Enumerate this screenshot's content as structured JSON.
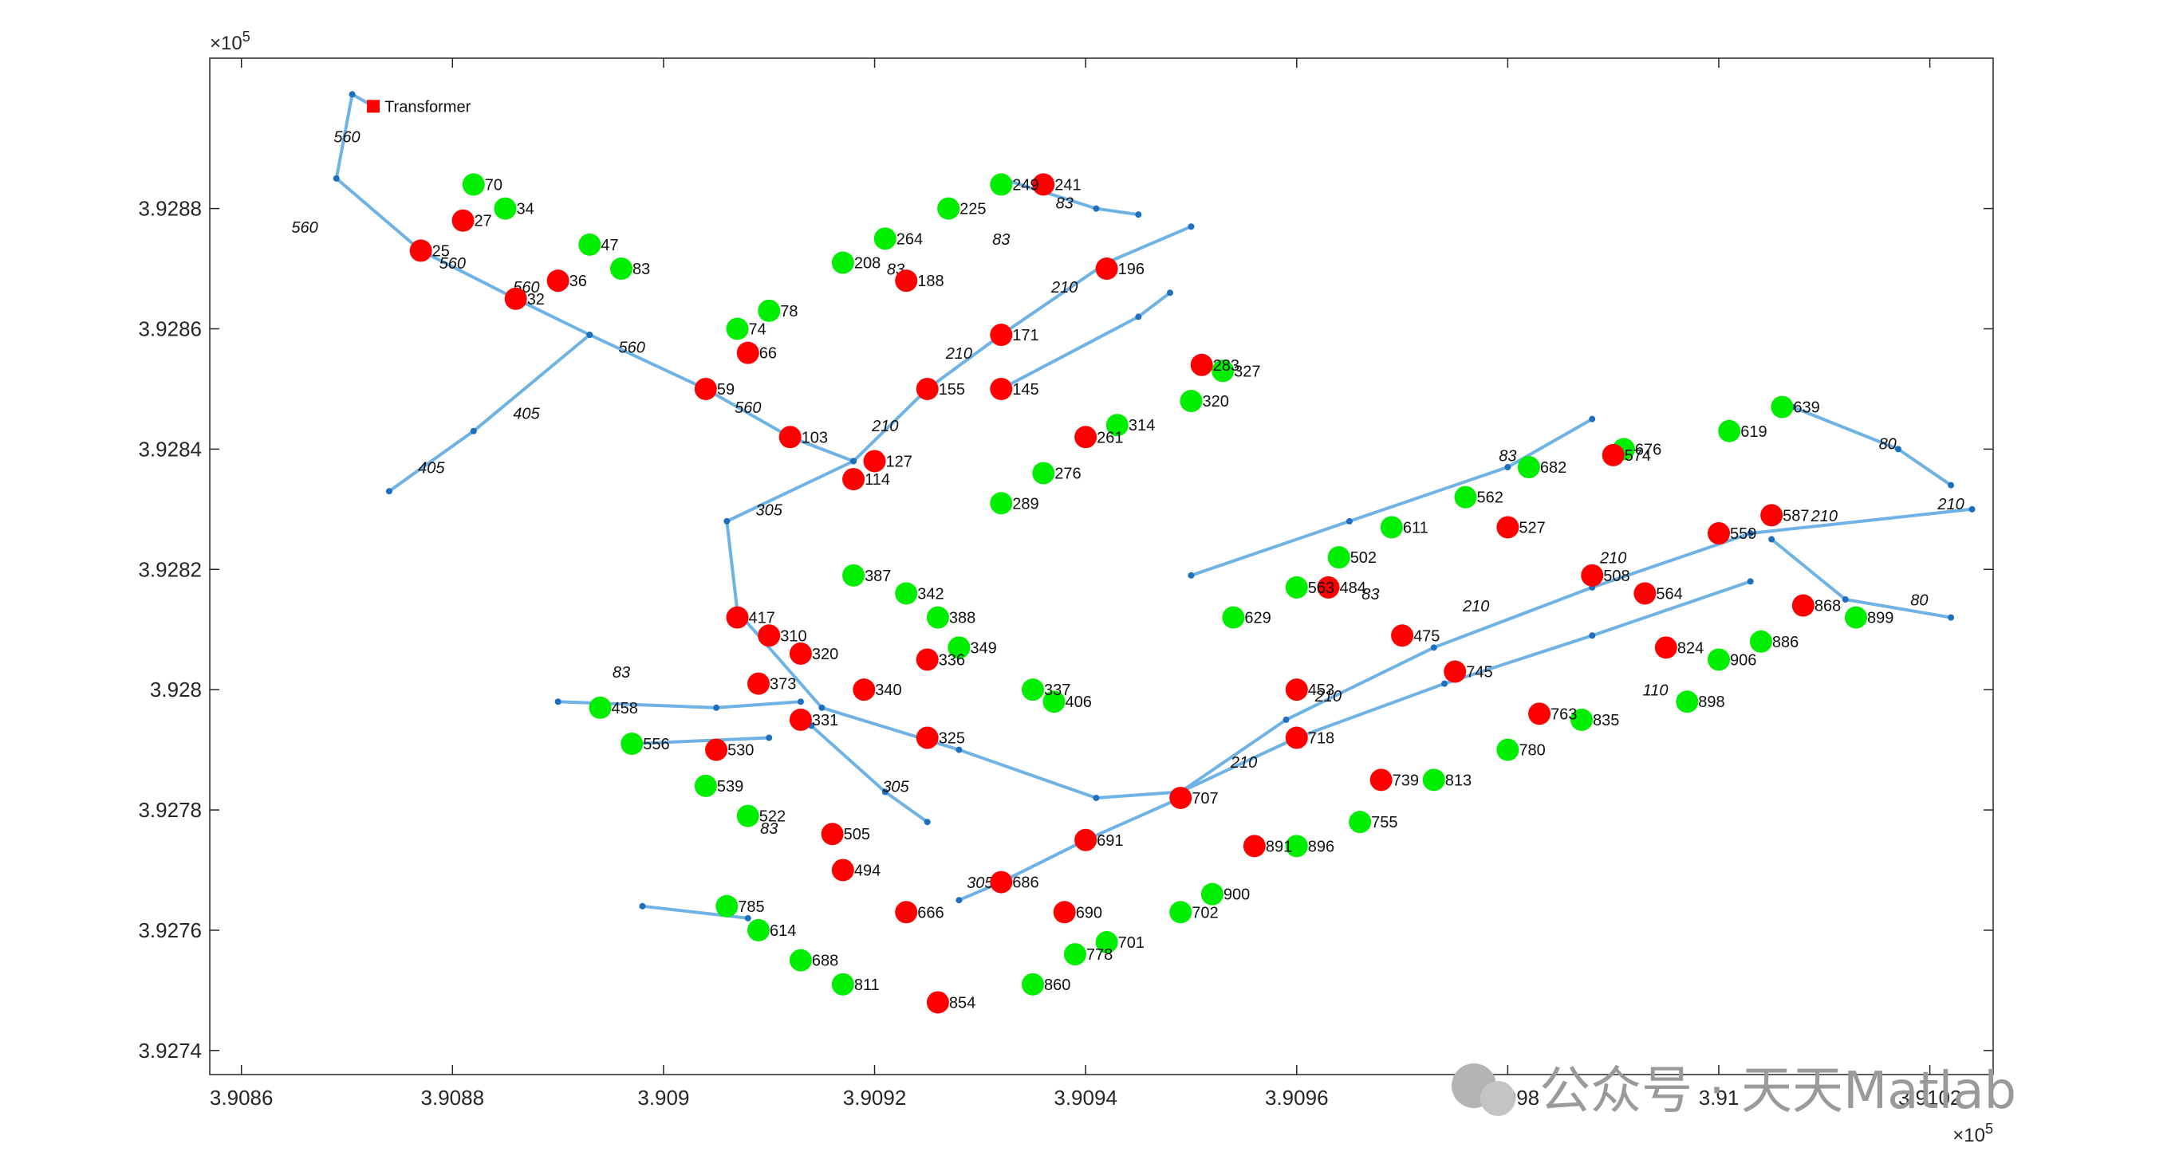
{
  "chart_data": {
    "type": "scatter",
    "title": "",
    "xlabel": "",
    "ylabel": "",
    "x_exponent_label": "×10^5",
    "y_exponent_label": "×10^5",
    "xlim": [
      3.90857,
      3.91026
    ],
    "ylim": [
      3.92736,
      3.92905
    ],
    "x_ticks": [
      3.9086,
      3.9088,
      3.909,
      3.9092,
      3.9094,
      3.9096,
      3.9098,
      3.91,
      3.9102
    ],
    "y_ticks": [
      3.9274,
      3.9276,
      3.9278,
      3.928,
      3.9282,
      3.9284,
      3.9286,
      3.9288
    ],
    "x_tick_labels": [
      "3.9086",
      "3.9088",
      "3.909",
      "3.9092",
      "3.9094",
      "3.9096",
      "3.9098",
      "3.91",
      "3.9102"
    ],
    "y_tick_labels": [
      "3.9274",
      "3.9276",
      "3.9278",
      "3.928",
      "3.9282",
      "3.9284",
      "3.9286",
      "3.9288"
    ],
    "grid": false,
    "colors": {
      "line": "#6fb2e4",
      "line_point": "#1f6fbf",
      "red_node": "#ff0000",
      "green_node": "#00ee00",
      "transformer": "#ff0000",
      "axis": "#262626"
    },
    "transformer": {
      "label": "Transformer",
      "x": 3.908725,
      "y": 3.92897
    },
    "lines": [
      {
        "label": "560",
        "points": [
          [
            3.908725,
            3.92897
          ],
          [
            3.908705,
            3.92899
          ],
          [
            3.90869,
            3.92885
          ],
          [
            3.90877,
            3.92873
          ],
          [
            3.90886,
            3.92865
          ],
          [
            3.90893,
            3.92859
          ],
          [
            3.90904,
            3.9285
          ],
          [
            3.90912,
            3.92842
          ],
          [
            3.90918,
            3.92838
          ]
        ]
      },
      {
        "label": "405",
        "points": [
          [
            3.90893,
            3.92859
          ],
          [
            3.90882,
            3.92843
          ],
          [
            3.90874,
            3.92833
          ]
        ]
      },
      {
        "label": "305",
        "points": [
          [
            3.90918,
            3.92838
          ],
          [
            3.90906,
            3.92828
          ],
          [
            3.90907,
            3.92813
          ],
          [
            3.90915,
            3.92797
          ],
          [
            3.90928,
            3.9279
          ],
          [
            3.90941,
            3.92782
          ],
          [
            3.90949,
            3.92783
          ],
          [
            3.90959,
            3.92795
          ],
          [
            3.90973,
            3.92807
          ],
          [
            3.90988,
            3.92817
          ],
          [
            3.91003,
            3.92826
          ],
          [
            3.91024,
            3.9283
          ]
        ]
      },
      {
        "label": "210",
        "points": [
          [
            3.90918,
            3.92838
          ],
          [
            3.90925,
            3.9285
          ],
          [
            3.90932,
            3.92859
          ],
          [
            3.90942,
            3.92871
          ],
          [
            3.9095,
            3.92877
          ]
        ]
      },
      {
        "label": "210",
        "points": [
          [
            3.90932,
            3.9285
          ],
          [
            3.90945,
            3.92862
          ],
          [
            3.90948,
            3.92866
          ]
        ]
      },
      {
        "label": "83",
        "points": [
          [
            3.90932,
            3.92885
          ],
          [
            3.90941,
            3.9288
          ],
          [
            3.90945,
            3.92879
          ]
        ]
      },
      {
        "label": "305",
        "points": [
          [
            3.90914,
            3.92794
          ],
          [
            3.90921,
            3.92783
          ],
          [
            3.90925,
            3.92778
          ]
        ]
      },
      {
        "label": "305",
        "points": [
          [
            3.90928,
            3.92765
          ],
          [
            3.90932,
            3.92768
          ],
          [
            3.9094,
            3.92775
          ],
          [
            3.90949,
            3.92782
          ]
        ]
      },
      {
        "label": "210",
        "points": [
          [
            3.90949,
            3.92783
          ],
          [
            3.9096,
            3.92792
          ],
          [
            3.90974,
            3.92801
          ],
          [
            3.90988,
            3.92809
          ],
          [
            3.91003,
            3.92818
          ]
        ]
      },
      {
        "label": "210",
        "points": [
          [
            3.9095,
            3.92819
          ],
          [
            3.90965,
            3.92828
          ],
          [
            3.9098,
            3.92837
          ],
          [
            3.90988,
            3.92845
          ]
        ]
      },
      {
        "label": "80",
        "points": [
          [
            3.91005,
            3.92825
          ],
          [
            3.91012,
            3.92815
          ],
          [
            3.91022,
            3.92812
          ]
        ]
      },
      {
        "label": "80",
        "points": [
          [
            3.91007,
            3.92847
          ],
          [
            3.91017,
            3.9284
          ],
          [
            3.91022,
            3.92834
          ]
        ]
      },
      {
        "label": "83",
        "points": [
          [
            3.90913,
            3.92798
          ],
          [
            3.90905,
            3.92797
          ],
          [
            3.9089,
            3.92798
          ]
        ]
      },
      {
        "label": "83",
        "points": [
          [
            3.9091,
            3.92792
          ],
          [
            3.90897,
            3.92791
          ]
        ]
      },
      {
        "label": "83",
        "points": [
          [
            3.90908,
            3.92762
          ],
          [
            3.90898,
            3.92764
          ]
        ]
      }
    ],
    "red_nodes": [
      {
        "label": "25",
        "x": 3.90877,
        "y": 3.92873
      },
      {
        "label": "27",
        "x": 3.90881,
        "y": 3.92878
      },
      {
        "label": "32",
        "x": 3.90886,
        "y": 3.92865
      },
      {
        "label": "36",
        "x": 3.9089,
        "y": 3.92868
      },
      {
        "label": "59",
        "x": 3.90904,
        "y": 3.9285
      },
      {
        "label": "66",
        "x": 3.90908,
        "y": 3.92856
      },
      {
        "label": "103",
        "x": 3.90912,
        "y": 3.92842
      },
      {
        "label": "114",
        "x": 3.90918,
        "y": 3.92835
      },
      {
        "label": "127",
        "x": 3.9092,
        "y": 3.92838
      },
      {
        "label": "155",
        "x": 3.90925,
        "y": 3.9285
      },
      {
        "label": "171",
        "x": 3.90932,
        "y": 3.92859
      },
      {
        "label": "188",
        "x": 3.90923,
        "y": 3.92868
      },
      {
        "label": "196",
        "x": 3.90942,
        "y": 3.9287
      },
      {
        "label": "241",
        "x": 3.90936,
        "y": 3.92884
      },
      {
        "label": "145",
        "x": 3.90932,
        "y": 3.9285
      },
      {
        "label": "261",
        "x": 3.9094,
        "y": 3.92842
      },
      {
        "label": "283",
        "x": 3.90951,
        "y": 3.92854
      },
      {
        "label": "417",
        "x": 3.90907,
        "y": 3.92812
      },
      {
        "label": "310",
        "x": 3.9091,
        "y": 3.92809
      },
      {
        "label": "320",
        "x": 3.90913,
        "y": 3.92806
      },
      {
        "label": "373",
        "x": 3.90909,
        "y": 3.92801
      },
      {
        "label": "331",
        "x": 3.90913,
        "y": 3.92795
      },
      {
        "label": "340",
        "x": 3.90919,
        "y": 3.928
      },
      {
        "label": "336",
        "x": 3.90925,
        "y": 3.92805
      },
      {
        "label": "325",
        "x": 3.90925,
        "y": 3.92792
      },
      {
        "label": "530",
        "x": 3.90905,
        "y": 3.9279
      },
      {
        "label": "505",
        "x": 3.90916,
        "y": 3.92776
      },
      {
        "label": "494",
        "x": 3.90917,
        "y": 3.9277
      },
      {
        "label": "666",
        "x": 3.90923,
        "y": 3.92763
      },
      {
        "label": "686",
        "x": 3.90932,
        "y": 3.92768
      },
      {
        "label": "691",
        "x": 3.9094,
        "y": 3.92775
      },
      {
        "label": "707",
        "x": 3.90949,
        "y": 3.92782
      },
      {
        "label": "690",
        "x": 3.90938,
        "y": 3.92763
      },
      {
        "label": "854",
        "x": 3.90926,
        "y": 3.92748
      },
      {
        "label": "891",
        "x": 3.90956,
        "y": 3.92774
      },
      {
        "label": "718",
        "x": 3.9096,
        "y": 3.92792
      },
      {
        "label": "739",
        "x": 3.90968,
        "y": 3.92785
      },
      {
        "label": "453",
        "x": 3.9096,
        "y": 3.928
      },
      {
        "label": "475",
        "x": 3.9097,
        "y": 3.92809
      },
      {
        "label": "484",
        "x": 3.90963,
        "y": 3.92817
      },
      {
        "label": "745",
        "x": 3.90975,
        "y": 3.92803
      },
      {
        "label": "763",
        "x": 3.90983,
        "y": 3.92796
      },
      {
        "label": "508",
        "x": 3.90988,
        "y": 3.92819
      },
      {
        "label": "527",
        "x": 3.9098,
        "y": 3.92827
      },
      {
        "label": "564",
        "x": 3.90993,
        "y": 3.92816
      },
      {
        "label": "559",
        "x": 3.91,
        "y": 3.92826
      },
      {
        "label": "587",
        "x": 3.91005,
        "y": 3.92829
      },
      {
        "label": "574",
        "x": 3.9099,
        "y": 3.92839
      },
      {
        "label": "824",
        "x": 3.90995,
        "y": 3.92807
      },
      {
        "label": "868",
        "x": 3.91008,
        "y": 3.92814
      }
    ],
    "green_nodes": [
      {
        "label": "70",
        "x": 3.90882,
        "y": 3.92884
      },
      {
        "label": "34",
        "x": 3.90885,
        "y": 3.9288
      },
      {
        "label": "47",
        "x": 3.90893,
        "y": 3.92874
      },
      {
        "label": "83",
        "x": 3.90896,
        "y": 3.9287
      },
      {
        "label": "74",
        "x": 3.90907,
        "y": 3.9286
      },
      {
        "label": "78",
        "x": 3.9091,
        "y": 3.92863
      },
      {
        "label": "208",
        "x": 3.90917,
        "y": 3.92871
      },
      {
        "label": "264",
        "x": 3.90921,
        "y": 3.92875
      },
      {
        "label": "225",
        "x": 3.90927,
        "y": 3.9288
      },
      {
        "label": "249",
        "x": 3.90932,
        "y": 3.92884
      },
      {
        "label": "276",
        "x": 3.90936,
        "y": 3.92836
      },
      {
        "label": "289",
        "x": 3.90932,
        "y": 3.92831
      },
      {
        "label": "314",
        "x": 3.90943,
        "y": 3.92844
      },
      {
        "label": "320",
        "x": 3.9095,
        "y": 3.92848
      },
      {
        "label": "327",
        "x": 3.90953,
        "y": 3.92853
      },
      {
        "label": "387",
        "x": 3.90918,
        "y": 3.92819
      },
      {
        "label": "342",
        "x": 3.90923,
        "y": 3.92816
      },
      {
        "label": "388",
        "x": 3.90926,
        "y": 3.92812
      },
      {
        "label": "349",
        "x": 3.90928,
        "y": 3.92807
      },
      {
        "label": "337",
        "x": 3.90935,
        "y": 3.928
      },
      {
        "label": "406",
        "x": 3.90937,
        "y": 3.92798
      },
      {
        "label": "458",
        "x": 3.90894,
        "y": 3.92797
      },
      {
        "label": "556",
        "x": 3.90897,
        "y": 3.92791
      },
      {
        "label": "539",
        "x": 3.90904,
        "y": 3.92784
      },
      {
        "label": "522",
        "x": 3.90908,
        "y": 3.92779
      },
      {
        "label": "785",
        "x": 3.90906,
        "y": 3.92764
      },
      {
        "label": "614",
        "x": 3.90909,
        "y": 3.9276
      },
      {
        "label": "688",
        "x": 3.90913,
        "y": 3.92755
      },
      {
        "label": "811",
        "x": 3.90917,
        "y": 3.92751
      },
      {
        "label": "860",
        "x": 3.90935,
        "y": 3.92751
      },
      {
        "label": "778",
        "x": 3.90939,
        "y": 3.92756
      },
      {
        "label": "701",
        "x": 3.90942,
        "y": 3.92758
      },
      {
        "label": "702",
        "x": 3.90949,
        "y": 3.92763
      },
      {
        "label": "900",
        "x": 3.90952,
        "y": 3.92766
      },
      {
        "label": "896",
        "x": 3.9096,
        "y": 3.92774
      },
      {
        "label": "755",
        "x": 3.90966,
        "y": 3.92778
      },
      {
        "label": "813",
        "x": 3.90973,
        "y": 3.92785
      },
      {
        "label": "780",
        "x": 3.9098,
        "y": 3.9279
      },
      {
        "label": "835",
        "x": 3.90987,
        "y": 3.92795
      },
      {
        "label": "629",
        "x": 3.90954,
        "y": 3.92812
      },
      {
        "label": "563",
        "x": 3.9096,
        "y": 3.92817
      },
      {
        "label": "502",
        "x": 3.90964,
        "y": 3.92822
      },
      {
        "label": "611",
        "x": 3.90969,
        "y": 3.92827
      },
      {
        "label": "562",
        "x": 3.90976,
        "y": 3.92832
      },
      {
        "label": "682",
        "x": 3.90982,
        "y": 3.92837
      },
      {
        "label": "676",
        "x": 3.90991,
        "y": 3.9284
      },
      {
        "label": "619",
        "x": 3.91001,
        "y": 3.92843
      },
      {
        "label": "639",
        "x": 3.91006,
        "y": 3.92847
      },
      {
        "label": "898",
        "x": 3.90997,
        "y": 3.92798
      },
      {
        "label": "906",
        "x": 3.91,
        "y": 3.92805
      },
      {
        "label": "886",
        "x": 3.91004,
        "y": 3.92808
      },
      {
        "label": "899",
        "x": 3.91013,
        "y": 3.92812
      }
    ],
    "edge_labels": [
      {
        "text": "560",
        "x": 3.9087,
        "y": 3.92891
      },
      {
        "text": "560",
        "x": 3.90866,
        "y": 3.92876
      },
      {
        "text": "560",
        "x": 3.9088,
        "y": 3.9287
      },
      {
        "text": "560",
        "x": 3.90887,
        "y": 3.92866
      },
      {
        "text": "560",
        "x": 3.90897,
        "y": 3.92856
      },
      {
        "text": "560",
        "x": 3.90908,
        "y": 3.92846
      },
      {
        "text": "405",
        "x": 3.90887,
        "y": 3.92845
      },
      {
        "text": "405",
        "x": 3.90878,
        "y": 3.92836
      },
      {
        "text": "305",
        "x": 3.9091,
        "y": 3.92829
      },
      {
        "text": "305",
        "x": 3.9093,
        "y": 3.92767
      },
      {
        "text": "305",
        "x": 3.90922,
        "y": 3.92783
      },
      {
        "text": "210",
        "x": 3.90921,
        "y": 3.92843
      },
      {
        "text": "210",
        "x": 3.90928,
        "y": 3.92855
      },
      {
        "text": "210",
        "x": 3.90938,
        "y": 3.92866
      },
      {
        "text": "210",
        "x": 3.90955,
        "y": 3.92787
      },
      {
        "text": "210",
        "x": 3.90963,
        "y": 3.92798
      },
      {
        "text": "210",
        "x": 3.90977,
        "y": 3.92813
      },
      {
        "text": "210",
        "x": 3.9099,
        "y": 3.92821
      },
      {
        "text": "210",
        "x": 3.9101,
        "y": 3.92828
      },
      {
        "text": "210",
        "x": 3.91022,
        "y": 3.9283
      },
      {
        "text": "83",
        "x": 3.90922,
        "y": 3.92869
      },
      {
        "text": "83",
        "x": 3.90932,
        "y": 3.92874
      },
      {
        "text": "83",
        "x": 3.90938,
        "y": 3.9288
      },
      {
        "text": "83",
        "x": 3.90896,
        "y": 3.92802
      },
      {
        "text": "83",
        "x": 3.9091,
        "y": 3.92776
      },
      {
        "text": "83",
        "x": 3.90967,
        "y": 3.92815
      },
      {
        "text": "83",
        "x": 3.9098,
        "y": 3.92838
      },
      {
        "text": "80",
        "x": 3.91016,
        "y": 3.9284
      },
      {
        "text": "80",
        "x": 3.91019,
        "y": 3.92814
      },
      {
        "text": "110",
        "x": 3.90994,
        "y": 3.92799
      }
    ]
  },
  "watermark": {
    "text": "公众号 · 天天Matlab"
  }
}
